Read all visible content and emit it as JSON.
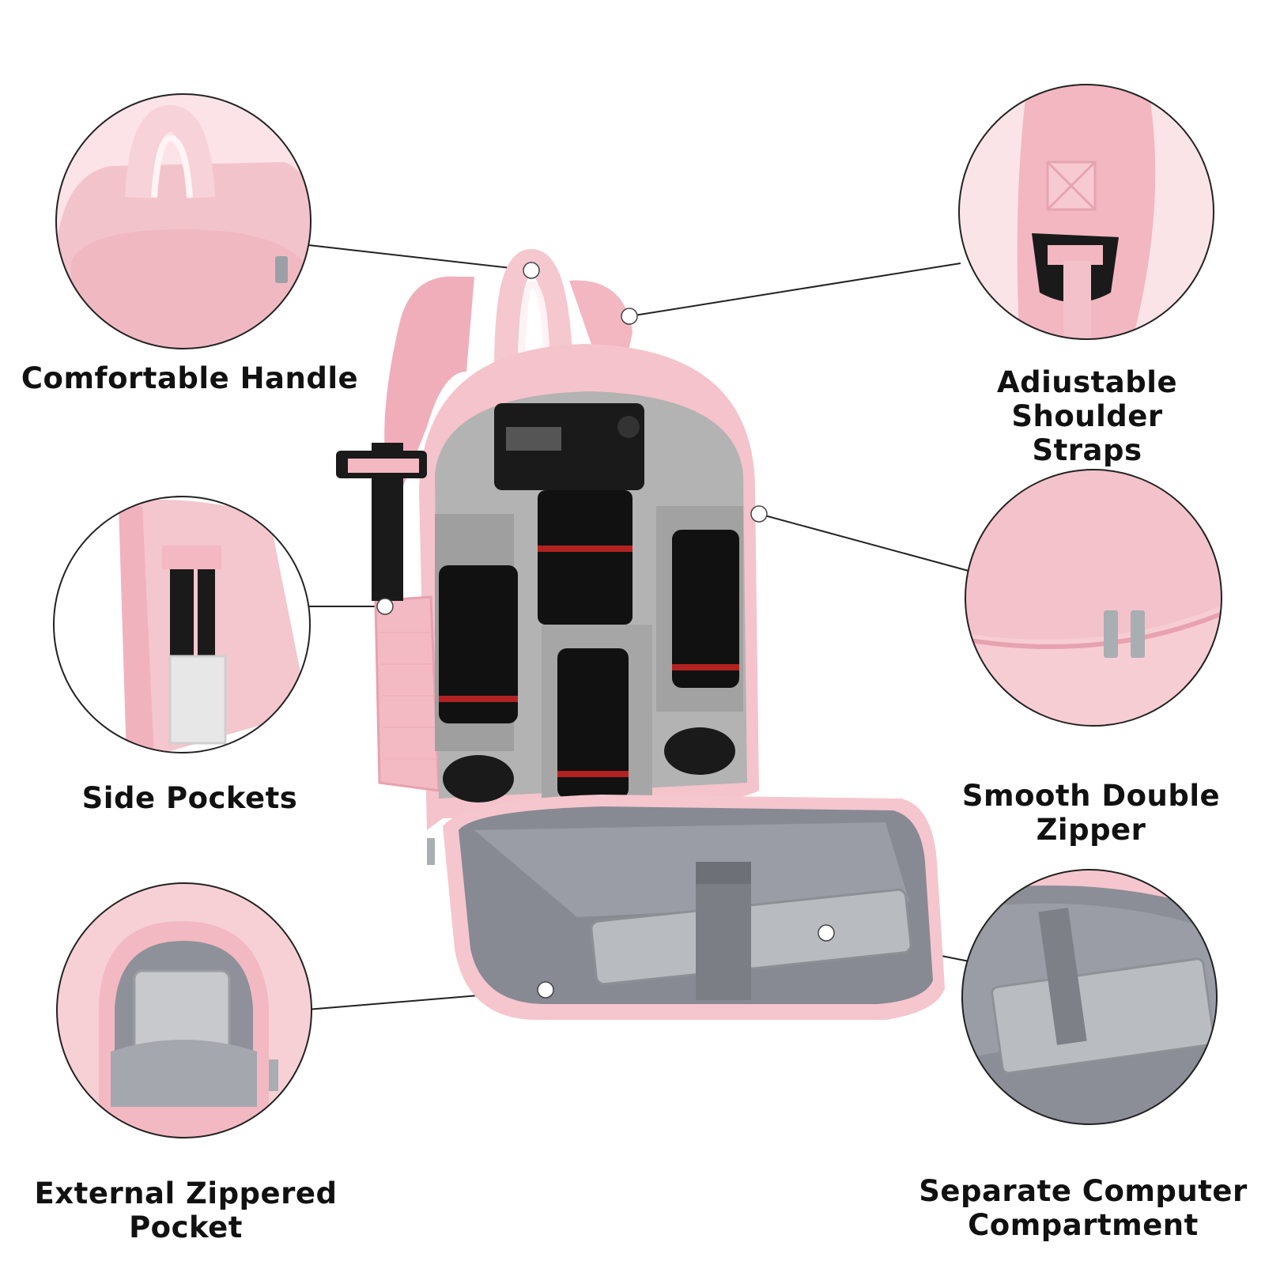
{
  "features": [
    {
      "id": "handle",
      "lines": [
        "Comfortable Handle"
      ]
    },
    {
      "id": "straps",
      "lines": [
        "Adiustable Shoulder",
        "Straps"
      ]
    },
    {
      "id": "side",
      "lines": [
        "Side Pockets"
      ]
    },
    {
      "id": "zipper",
      "lines": [
        "Smooth Double",
        "Zipper"
      ]
    },
    {
      "id": "external",
      "lines": [
        "External Zippered",
        "Pocket"
      ]
    },
    {
      "id": "computer",
      "lines": [
        "Separate Computer",
        "Compartment"
      ]
    }
  ],
  "colors": {
    "pink": "#f2b8c2",
    "pink_dark": "#e39aa8",
    "grey": "#8a8d96",
    "lining": "#b5b5b5",
    "black": "#1a1a1a"
  }
}
